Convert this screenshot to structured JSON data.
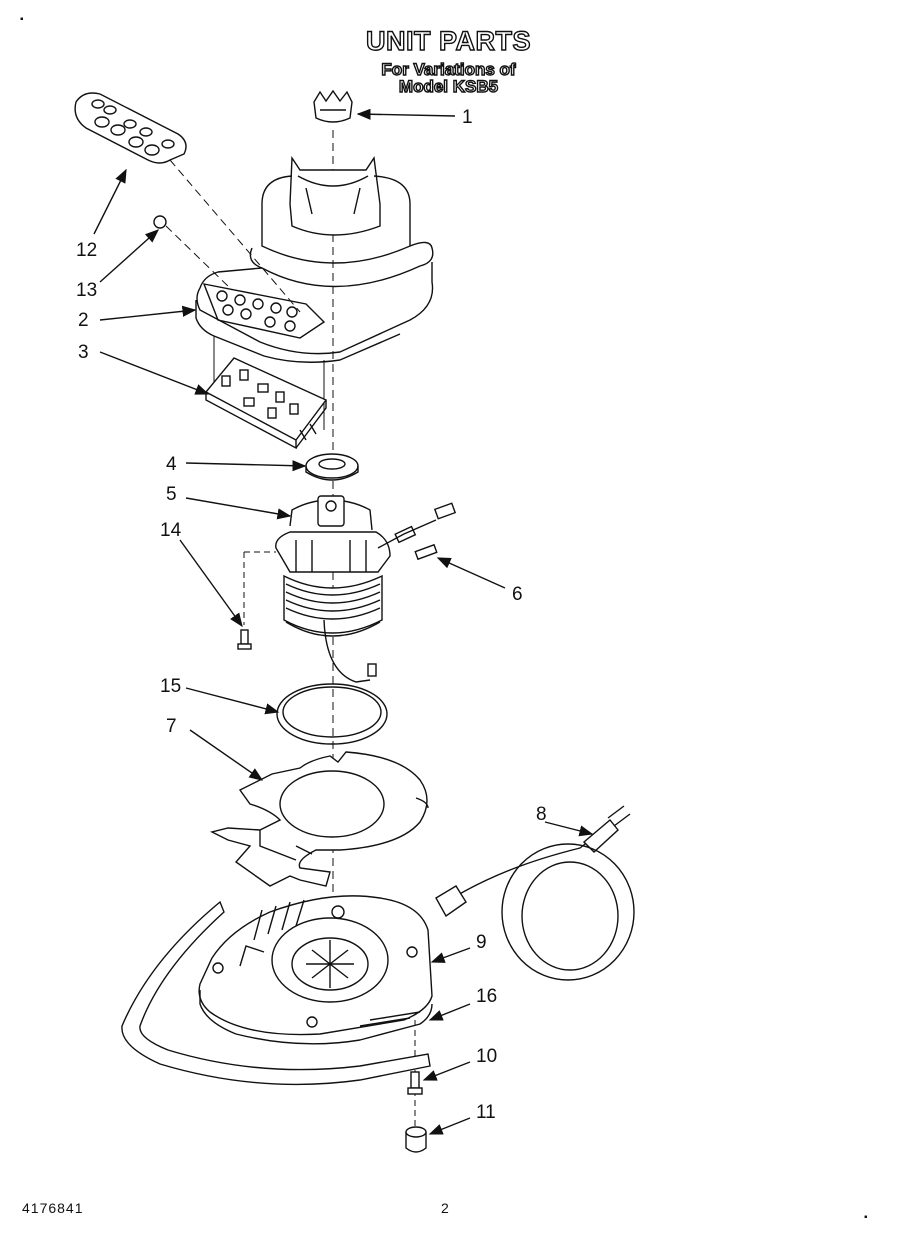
{
  "header": {
    "title": "UNIT PARTS",
    "subtitle_line1": "For Variations of",
    "subtitle_line2": "Model KSB5"
  },
  "callouts": [
    "1",
    "2",
    "3",
    "4",
    "5",
    "6",
    "7",
    "8",
    "9",
    "10",
    "11",
    "12",
    "13",
    "14",
    "15",
    "16"
  ],
  "footer": {
    "doc_number": "4176841",
    "page_number": "2"
  }
}
